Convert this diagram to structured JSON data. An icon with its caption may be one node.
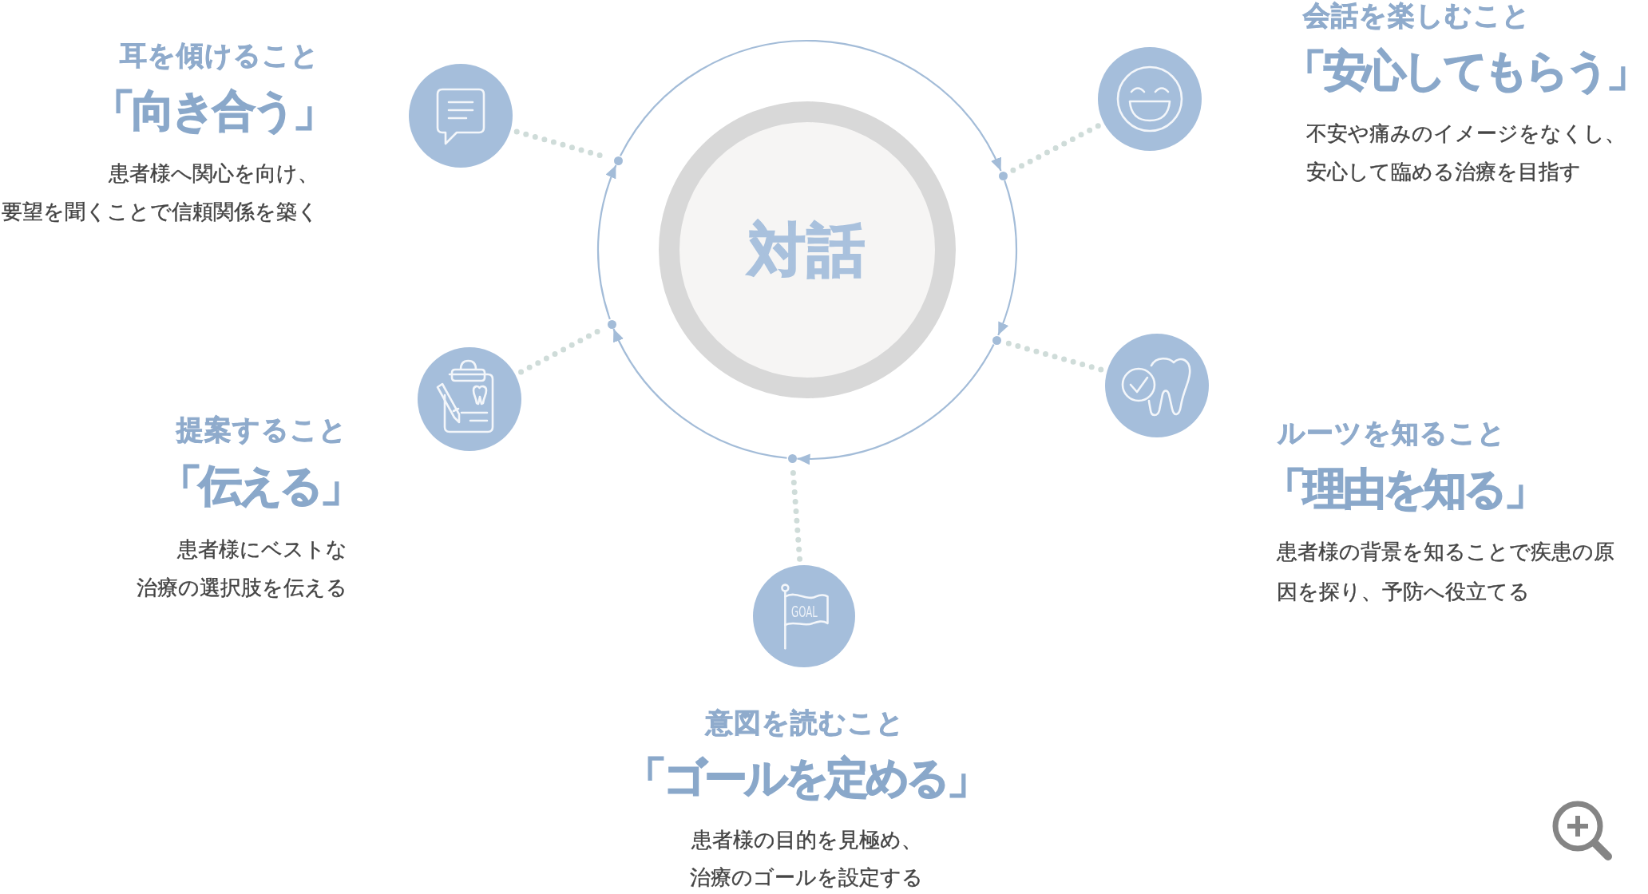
{
  "diagram": {
    "nodes": [
      {
        "text": [
          "対話"
        ]
      },
      {
        "text": [],
        "shape": "circle",
        "beside": [
          "耳を傾けること",
          "「向き合う」",
          "患者様へ関心を向け、要望を聞くことで信頼関係を築く"
        ]
      },
      {
        "text": [],
        "shape": "circle",
        "beside": [
          "会話を楽しむこと",
          "「安心してもらう」",
          "不安や痛みのイメージをなくし、安心して臨める治療を目指す"
        ]
      },
      {
        "text": [],
        "shape": "circle",
        "beside": [
          "ルーツを知ること",
          "「理由を知る」",
          "患者様の背景を知ることで疾患の原因を探り、予防へ役立てる"
        ]
      },
      {
        "text": [],
        "shape": "circle",
        "beside": [
          "意図を読むこと",
          "「ゴールを定める」",
          "患者様の目的を見極め、治療のゴールを設定する"
        ]
      },
      {
        "text": [],
        "shape": "circle",
        "beside": [
          "提案すること",
          "「伝える」",
          "患者様にベストな治療の選択肢を伝える"
        ]
      },
      {
        "text": [],
        "shape": "circle"
      },
      {
        "text": [],
        "shape": "circle"
      },
      {
        "text": [],
        "shape": "circle"
      },
      {
        "text": [],
        "shape": "circle"
      },
      {
        "text": [],
        "shape": "circle"
      }
    ],
    "edges": [
      {
        "from": 1,
        "to": 6,
        "arrow": "none",
        "style": "dashed",
        "color": "#cfdcd9"
      },
      {
        "from": 2,
        "to": 7,
        "arrow": "none",
        "style": "dashed",
        "color": "#cfdcd9"
      },
      {
        "from": 3,
        "to": 8,
        "arrow": "none",
        "style": "dashed",
        "color": "#cfdcd9"
      },
      {
        "from": 4,
        "to": 9,
        "arrow": "none",
        "style": "dashed",
        "color": "#cfdcd9"
      },
      {
        "from": 5,
        "to": 10,
        "arrow": "none",
        "style": "dashed",
        "color": "#cfdcd9"
      },
      {
        "from": 6,
        "to": 7,
        "arrow": "to"
      },
      {
        "from": 7,
        "to": 8,
        "arrow": "to"
      },
      {
        "from": 8,
        "to": 9,
        "arrow": "to"
      },
      {
        "from": 9,
        "to": 10,
        "arrow": "to"
      },
      {
        "from": 10,
        "to": 6,
        "arrow": "to"
      }
    ],
    "labels": [
      "GOAL"
    ]
  }
}
